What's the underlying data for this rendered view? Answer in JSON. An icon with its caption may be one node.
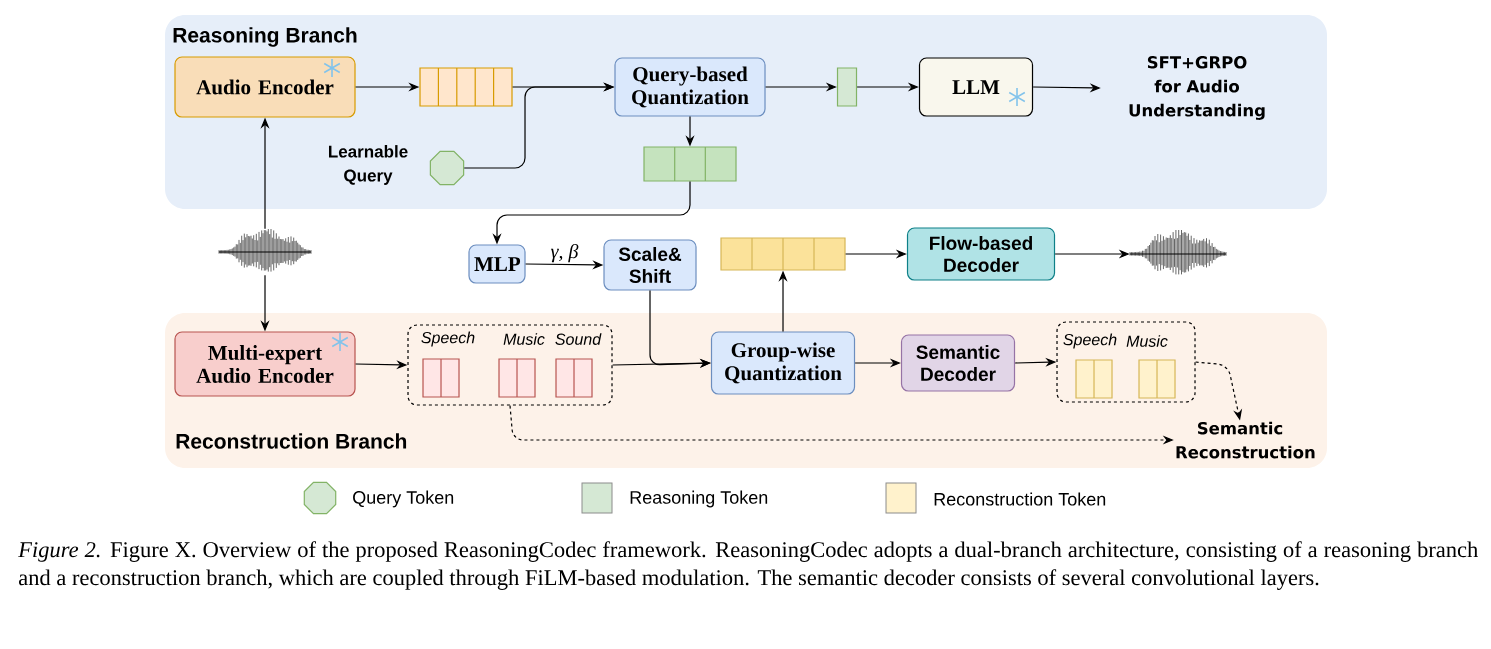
{
  "diagram": {
    "caption": "*Figure 2.* Figure X. Overview of the proposed ReasoningCodec framework. ReasoningCodec adopts a dual-branch architecture, consisting of a reasoning branch and a reconstruction branch, which are coupled through FiLM-based modulation. The semantic decoder consists of several convolutional layers.",
    "nodes": [
      {
        "text": [
          "Reasoning Branch"
        ]
      },
      {
        "text": [
          "Audio Encoder"
        ],
        "in": 0
      },
      {
        "text": [],
        "shape": "box",
        "in": 0
      },
      {
        "text": [
          "Query-based Quantization"
        ],
        "in": 0
      },
      {
        "text": [],
        "shape": "octagon",
        "beside": [
          "Learnable Query"
        ],
        "in": 0
      },
      {
        "text": [],
        "shape": "box",
        "in": 0
      },
      {
        "text": [
          "LLM"
        ],
        "in": 0
      },
      {
        "text": [
          "SFT+GRPO for Audio Understanding"
        ],
        "in": 0
      },
      {
        "text": [],
        "shape": "box",
        "in": 0
      },
      {
        "text": [],
        "shape": "waveform"
      },
      {
        "text": [
          "MLP"
        ]
      },
      {
        "text": [
          "Scale& Shift"
        ]
      },
      {
        "text": [],
        "shape": "box"
      },
      {
        "text": [
          "Flow-based Decoder"
        ]
      },
      {
        "text": [],
        "shape": "waveform"
      },
      {
        "text": [
          "Reconstruction Branch"
        ]
      },
      {
        "text": [
          "Multi-expert Audio Encoder"
        ],
        "in": 15
      },
      {
        "text": [
          "Speech",
          "Music",
          "Sound"
        ],
        "in": 15
      },
      {
        "text": [
          "Group-wise Quantization"
        ],
        "in": 15
      },
      {
        "text": [
          "Semantic Decoder"
        ],
        "in": 15
      },
      {
        "text": [
          "Speech",
          "Music"
        ],
        "in": 15
      },
      {
        "text": [
          "Semantic Reconstruction"
        ],
        "in": 15
      }
    ],
    "edges": [
      {
        "from": 1,
        "to": 2,
        "arrow": "to"
      },
      {
        "from": 2,
        "to": 3,
        "arrow": "to"
      },
      {
        "from": 4,
        "to": 3,
        "arrow": "to"
      },
      {
        "from": 3,
        "to": 8,
        "arrow": "to"
      },
      {
        "from": 3,
        "to": 5,
        "arrow": "to"
      },
      {
        "from": 5,
        "to": 6,
        "arrow": "to"
      },
      {
        "from": 6,
        "to": 7,
        "arrow": "to"
      },
      {
        "from": 8,
        "to": 10,
        "arrow": "to"
      },
      {
        "from": 10,
        "to": 11,
        "arrow": "to",
        "label": "γ, β"
      },
      {
        "from": 9,
        "to": 1,
        "arrow": "to"
      },
      {
        "from": 9,
        "to": 16,
        "arrow": "to"
      },
      {
        "from": 16,
        "to": 17,
        "arrow": "to"
      },
      {
        "from": 17,
        "to": 18,
        "arrow": "to"
      },
      {
        "from": 11,
        "to": 18,
        "arrow": "to"
      },
      {
        "from": 18,
        "to": 12,
        "arrow": "to"
      },
      {
        "from": 12,
        "to": 13,
        "arrow": "to"
      },
      {
        "from": 13,
        "to": 14,
        "arrow": "to"
      },
      {
        "from": 18,
        "to": 19,
        "arrow": "to"
      },
      {
        "from": 19,
        "to": 20,
        "arrow": "to"
      },
      {
        "from": 20,
        "to": 21,
        "arrow": "to",
        "style": "dashed"
      },
      {
        "from": 17,
        "to": 21,
        "arrow": "to",
        "style": "dashed"
      }
    ],
    "legend": [
      {
        "text": "Query Token"
      },
      {
        "text": "Reasoning Token",
        "color": "#d5e8d4"
      },
      {
        "text": "Reconstruction Token",
        "color": "#fff2cc"
      }
    ]
  }
}
